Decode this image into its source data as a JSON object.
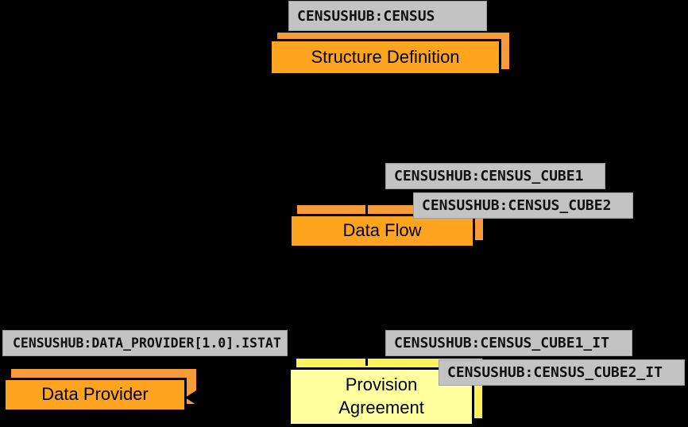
{
  "diagram": {
    "background": "#000000",
    "colors": {
      "orange_main": "#FFA41E",
      "orange_shadow": "#F79B38",
      "yellow_main": "#FFFF9E",
      "yellow_shadow": "#FBF159",
      "tag_gray": "#C3C3C3",
      "text": "#000000"
    },
    "nodes": [
      {
        "id": "structure-definition",
        "title": "Structure Definition",
        "style": "orange-stacked",
        "labels": [
          "CENSUSHUB:CENSUS"
        ]
      },
      {
        "id": "data-flow",
        "title": "Data Flow",
        "style": "orange-stacked",
        "labels": [
          "CENSUSHUB:CENSUS_CUBE1",
          "CENSUSHUB:CENSUS_CUBE2"
        ]
      },
      {
        "id": "data-provider",
        "title": "Data Provider",
        "style": "orange-stacked",
        "labels": [
          "CENSUSHUB:DATA_PROVIDER[1.0].ISTAT"
        ]
      },
      {
        "id": "provision-agreement",
        "title": "Provision Agreement",
        "title_lines": [
          "Provision",
          "Agreement"
        ],
        "style": "yellow-stacked",
        "labels": [
          "CENSUSHUB:CENSUS_CUBE1_IT",
          "CENSUSHUB:CENSUS_CUBE2_IT"
        ]
      }
    ],
    "edges": [
      {
        "from": "structure-definition",
        "to": "data-flow",
        "type": "vertical-line"
      },
      {
        "from": "data-flow",
        "to": "provision-agreement",
        "type": "vertical-line"
      },
      {
        "from": "provision-agreement",
        "to": "data-provider",
        "type": "horizontal-arrow"
      }
    ]
  }
}
